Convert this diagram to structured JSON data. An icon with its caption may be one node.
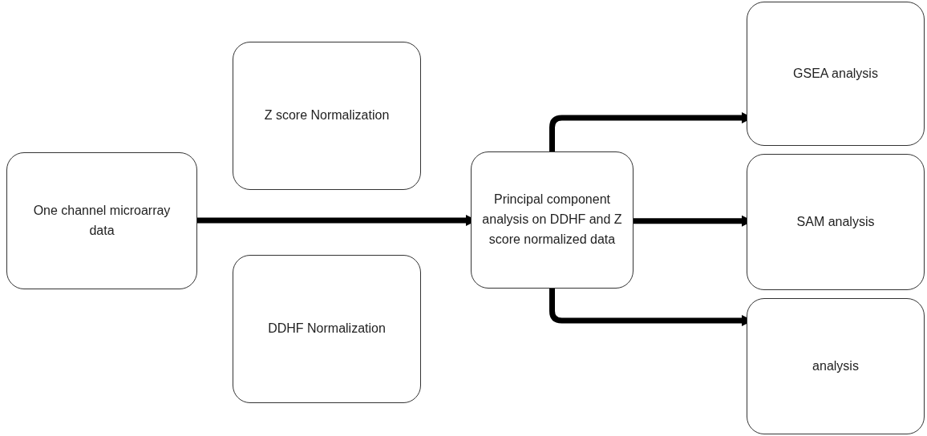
{
  "diagram": {
    "nodes": [
      {
        "text": [
          "One channel microarray data"
        ]
      },
      {
        "text": [
          "Z score Normalization"
        ]
      },
      {
        "text": [
          "DDHF Normalization"
        ]
      },
      {
        "text": [
          "Principal component analysis on DDHF and Z score normalized data"
        ]
      },
      {
        "text": [
          "GSEA analysis"
        ]
      },
      {
        "text": [
          "SAM analysis"
        ]
      },
      {
        "text": [
          "analysis"
        ]
      }
    ],
    "edges": [
      {
        "from": 0,
        "to": 3,
        "arrow": "to"
      },
      {
        "from": 3,
        "to": 4,
        "arrow": "to"
      },
      {
        "from": 3,
        "to": 5,
        "arrow": "to"
      },
      {
        "from": 3,
        "to": 6,
        "arrow": "to"
      }
    ]
  }
}
